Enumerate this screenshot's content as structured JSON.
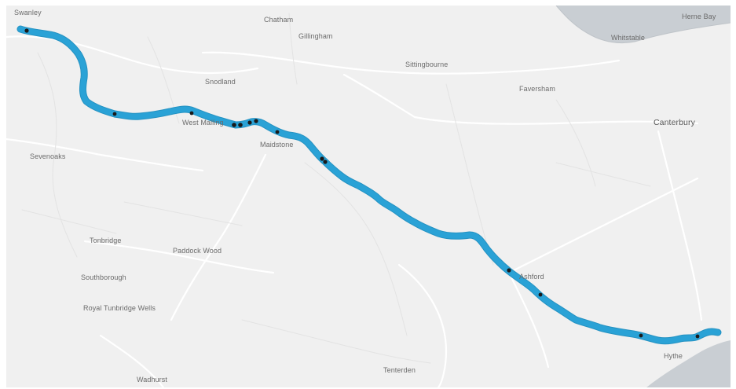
{
  "map": {
    "places": [
      "Swanley",
      "Chatham",
      "Gillingham",
      "Whitstable",
      "Herne Bay",
      "Sittingbourne",
      "Faversham",
      "Snodland",
      "West Malling",
      "Maidstone",
      "Canterbury",
      "Sevenoaks",
      "Tonbridge",
      "Paddock Wood",
      "Southborough",
      "Royal Tunbridge Wells",
      "Ashford",
      "Tenterden",
      "Hythe",
      "Wadhurst"
    ],
    "colors": {
      "land": "#f0f0f0",
      "water": "#c9ced3",
      "road": "#ffffff",
      "route": "#2aa2d6",
      "route_marker": "#1a1a1a",
      "label": "#6b6b6b"
    }
  }
}
